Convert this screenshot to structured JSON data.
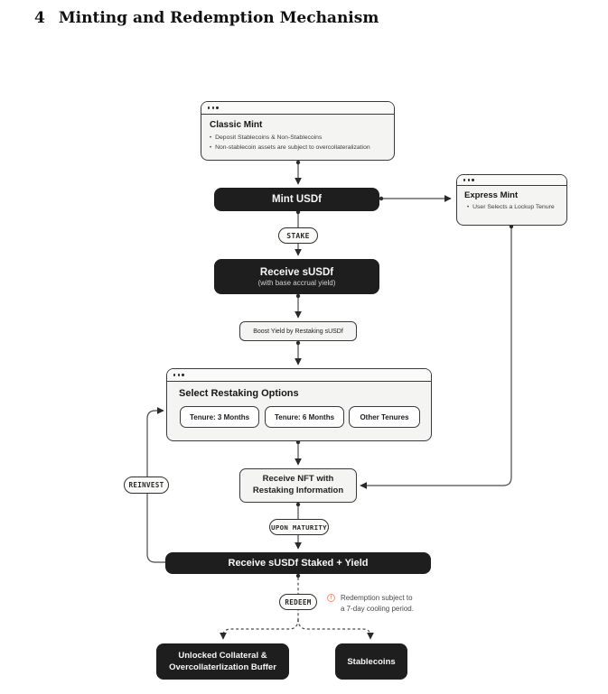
{
  "page": {
    "heading_number": "4",
    "heading_title": "Minting and Redemption Mechanism"
  },
  "flowchart": {
    "classic_mint": {
      "title": "Classic Mint",
      "bullets": [
        "Deposit Stablecoins & Non-Stablecoins",
        "Non-stablecoin assets are subject to overcollateralization"
      ]
    },
    "mint_usdf": {
      "label": "Mint USDf"
    },
    "express_mint": {
      "title": "Express Mint",
      "bullets": [
        "User Selects a Lockup Tenure"
      ]
    },
    "stake_pill": {
      "label": "STAKE"
    },
    "receive_susdf": {
      "label": "Receive sUSDf",
      "sublabel": "(with base accrual yield)"
    },
    "boost_yield": {
      "label": "Boost Yield by Restaking sUSDf"
    },
    "select_restaking": {
      "title": "Select Restaking Options",
      "options": [
        "Tenure: 3 Months",
        "Tenure: 6 Months",
        "Other Tenures"
      ]
    },
    "reinvest_pill": {
      "label": "REINVEST"
    },
    "receive_nft": {
      "line1": "Receive NFT with",
      "line2": "Restaking Information"
    },
    "upon_maturity_pill": {
      "label": "UPON MATURITY"
    },
    "receive_staked": {
      "label": "Receive sUSDf Staked + Yield"
    },
    "redeem_pill": {
      "label": "REDEEM"
    },
    "redemption_note": {
      "line1": "Redemption subject to",
      "line2": "a 7-day cooling period."
    },
    "unlocked_collateral": {
      "line1": "Unlocked Collateral &",
      "line2": "Overcollaterlization Buffer"
    },
    "stablecoins": {
      "label": "Stablecoins"
    }
  },
  "colors": {
    "dark_box": "#1e1e1e",
    "light_box": "#f4f4f2",
    "box_border": "#3a3a3a",
    "connector_line": "#4a4a4a",
    "warning_accent": "#ee9472",
    "page_background": "#ffffff"
  }
}
